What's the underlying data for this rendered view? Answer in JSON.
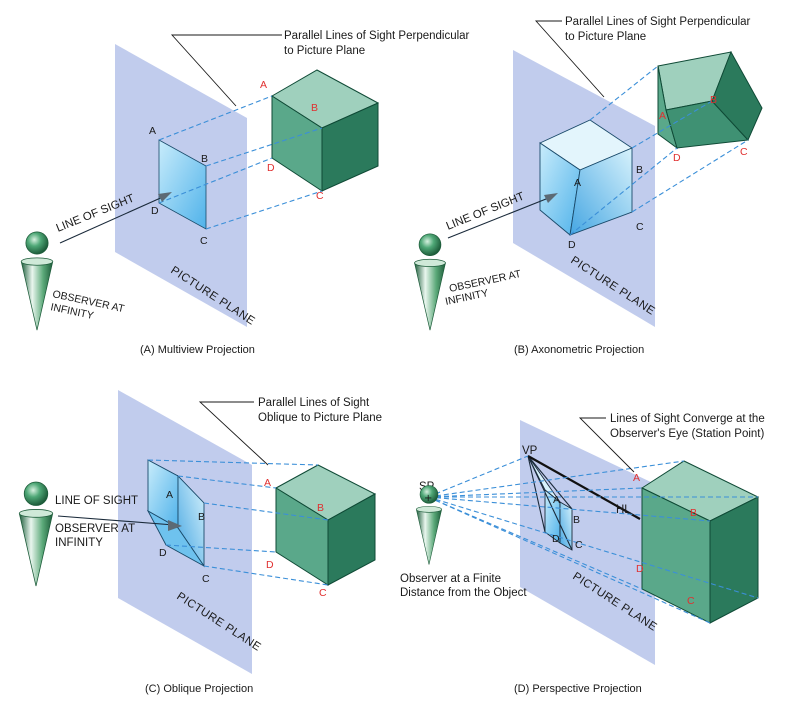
{
  "panels": {
    "a": {
      "caption": "(A)  Multiview Projection",
      "note_line1": "Parallel Lines of Sight Perpendicular",
      "note_line2": "to Picture Plane",
      "line_of_sight": "LINE OF SIGHT",
      "observer_line1": "OBSERVER AT",
      "observer_line2": "INFINITY",
      "picture_plane": "PICTURE PLANE",
      "points": [
        "A",
        "B",
        "C",
        "D"
      ]
    },
    "b": {
      "caption": "(B)  Axonometric Projection",
      "note_line1": "Parallel Lines of Sight Perpendicular",
      "note_line2": "to Picture Plane",
      "line_of_sight": "LINE OF SIGHT",
      "observer_line1": "OBSERVER AT",
      "observer_line2": "INFINITY",
      "picture_plane": "PICTURE PLANE",
      "points": [
        "A",
        "B",
        "C",
        "D"
      ]
    },
    "c": {
      "caption": "(C)  Oblique Projection",
      "note_line1": "Parallel Lines of Sight",
      "note_line2": "Oblique to Picture Plane",
      "line_of_sight": "LINE OF SIGHT",
      "observer_line1": "OBSERVER AT",
      "observer_line2": "INFINITY",
      "picture_plane": "PICTURE PLANE",
      "points": [
        "A",
        "B",
        "C",
        "D"
      ]
    },
    "d": {
      "caption": "(D)  Perspective Projection",
      "note_line1": "Lines of Sight Converge at the",
      "note_line2": "Observer's Eye (Station Point)",
      "station_point": "SP",
      "vanishing_point": "VP",
      "horizon_line": "HL",
      "observer_line1": "Observer at a Finite",
      "observer_line2": "Distance from the Object",
      "picture_plane": "PICTURE PLANE",
      "points": [
        "A",
        "B",
        "C",
        "D"
      ]
    }
  },
  "colors": {
    "plane": "#a9b9e6",
    "cube_top": "#9fd0bd",
    "cube_front": "#5aa88a",
    "cube_side": "#2b7a5c",
    "projection_light": "#c8ecfb",
    "projection_dark": "#4fb2ea",
    "sight_lines": "#3b8fd8",
    "object_labels": "#e03030",
    "observer": "#3f9a6a"
  },
  "icons": [
    "observer-figure-icon",
    "arrow-icon"
  ]
}
